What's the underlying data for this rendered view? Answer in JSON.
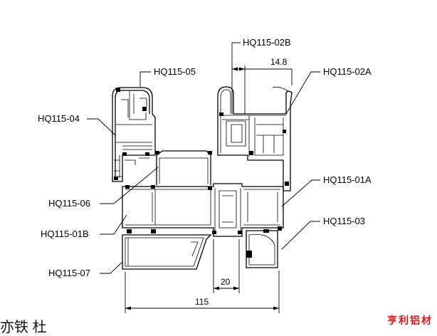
{
  "labels": {
    "hq115_02b": "HQ115-02B",
    "hq115_05": "HQ115-05",
    "hq115_02a": "HQ115-02A",
    "hq115_04": "HQ115-04",
    "hq115_06": "HQ115-06",
    "hq115_01a": "HQ115-01A",
    "hq115_03": "HQ115-03",
    "hq115_01b": "HQ115-01B",
    "hq115_07": "HQ115-07"
  },
  "dimensions": {
    "top_offset": "14.8",
    "gap": "20",
    "overall_width": "115"
  },
  "watermark": "亨利铝材",
  "stray_text": "亦铁  杜"
}
